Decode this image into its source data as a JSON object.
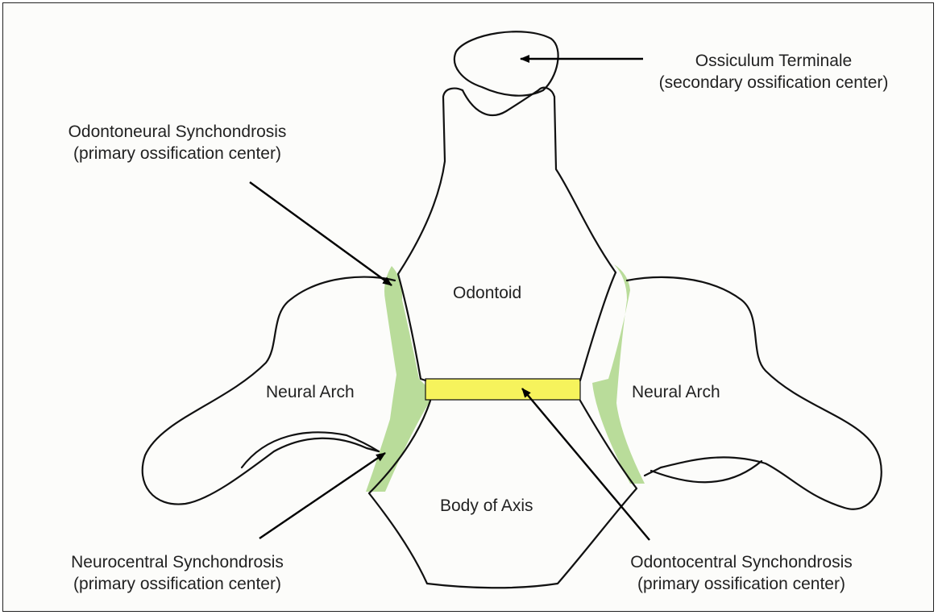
{
  "colors": {
    "outline": "#111111",
    "synchondrosis_green": "#b9dc9a",
    "synchondrosis_yellow": "#f6f35c",
    "arrow": "#000000"
  },
  "labels": {
    "ossiculum": {
      "title": "Ossiculum Terminale",
      "subtitle": "(secondary ossification center)"
    },
    "odontoneural": {
      "title": "Odontoneural Synchondrosis",
      "subtitle": "(primary ossification center)"
    },
    "odontoid": "Odontoid",
    "neural_arch_left": "Neural Arch",
    "neural_arch_right": "Neural Arch",
    "body_of_axis": "Body of Axis",
    "neurocentral": {
      "title": "Neurocentral Synchondrosis",
      "subtitle": "(primary ossification center)"
    },
    "odontocentral": {
      "title": "Odontocentral Synchondrosis",
      "subtitle": "(primary ossification center)"
    }
  }
}
